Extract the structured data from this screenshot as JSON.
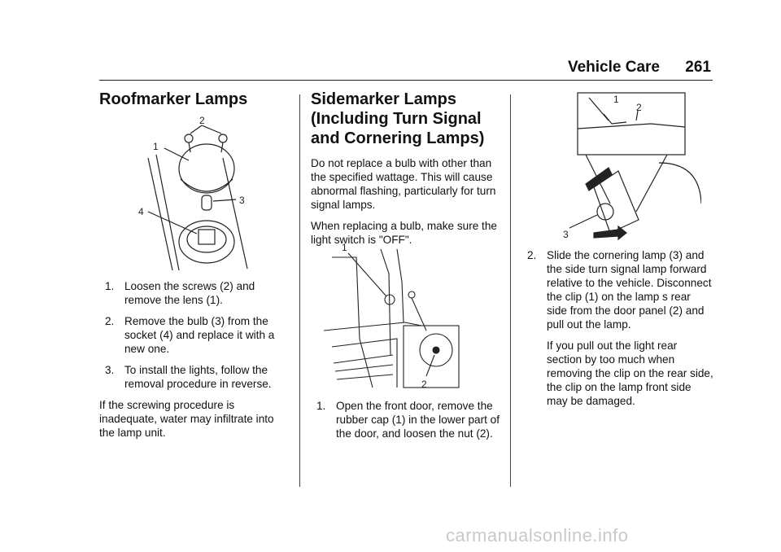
{
  "header": {
    "section": "Vehicle Care",
    "page": "261"
  },
  "col1": {
    "title": "Roofmarker Lamps",
    "figure_labels": [
      "2",
      "1",
      "3",
      "4"
    ],
    "steps": [
      {
        "num": "1.",
        "text": "Loosen the screws (2) and remove the lens (1)."
      },
      {
        "num": "2.",
        "text": "Remove the bulb (3) from the socket (4) and replace it with a new one."
      },
      {
        "num": "3.",
        "text": "To install the lights, follow the removal procedure in reverse."
      }
    ],
    "para": "If the screwing procedure is inadequate, water may infiltrate into the lamp unit."
  },
  "col2": {
    "title_line1": "Sidemarker Lamps",
    "title_line2": "(Including Turn Signal",
    "title_line3": "and Cornering Lamps)",
    "para1": "Do not replace a bulb with other than the specified wattage. This will cause abnormal flashing, particularly for turn signal lamps.",
    "para2": "When replacing a bulb, make sure the light switch is \"OFF\".",
    "figure_labels": [
      "1",
      "2"
    ],
    "steps": [
      {
        "num": "1.",
        "text": "Open the front door, remove the rubber cap (1) in the lower part of the door, and loosen the nut (2)."
      }
    ]
  },
  "col3": {
    "figure_labels": [
      "1",
      "2",
      "3"
    ],
    "steps": [
      {
        "num": "2.",
        "text": "Slide the cornering lamp (3) and the side turn signal lamp forward relative to the vehicle. Disconnect the clip (1) on the lamp s rear side from the door panel (2) and pull out the lamp."
      }
    ],
    "note": "If you pull out the light rear section by too much when removing the clip on the rear side, the clip on the lamp front side may be damaged."
  },
  "watermark": "carmanualsonline.info"
}
